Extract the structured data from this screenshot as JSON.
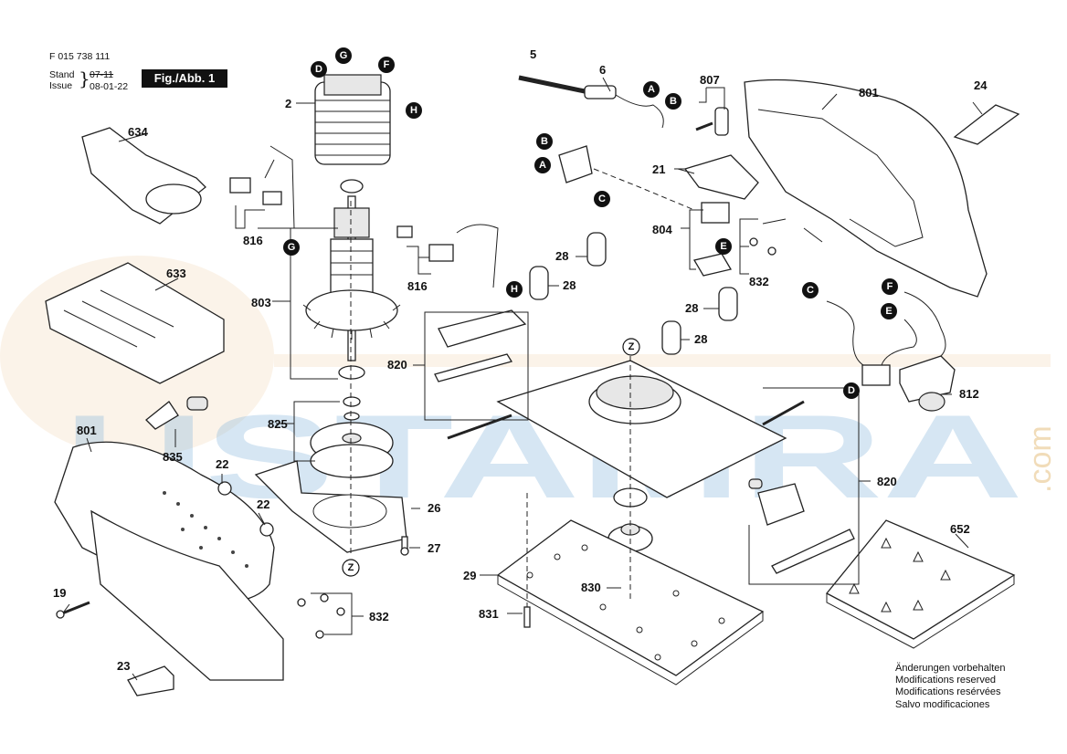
{
  "header": {
    "doc_number": "F 015 738 111",
    "stand_label": "Stand",
    "issue_label": "Issue",
    "old_date": "07-11",
    "new_date": "08-01-22",
    "fig_label": "Fig./Abb. 1"
  },
  "notes": {
    "line1": "Änderungen vorbehalten",
    "line2": "Modifications reserved",
    "line3": "Modifications resérvées",
    "line4": "Salvo modificaciones"
  },
  "watermark": {
    "text": "USTAMRA",
    "suffix": ".com"
  },
  "part_labels": {
    "p2": "2",
    "p5": "5",
    "p6": "6",
    "p19": "19",
    "p21": "21",
    "p22a": "22",
    "p22b": "22",
    "p23": "23",
    "p24": "24",
    "p26": "26",
    "p27": "27",
    "p28a": "28",
    "p28b": "28",
    "p28c": "28",
    "p28d": "28",
    "p29": "29",
    "p633": "633",
    "p634": "634",
    "p652": "652",
    "p801a": "801",
    "p801b": "801",
    "p803": "803",
    "p804": "804",
    "p807": "807",
    "p812": "812",
    "p816a": "816",
    "p816b": "816",
    "p820a": "820",
    "p820b": "820",
    "p825": "825",
    "p830": "830",
    "p831": "831",
    "p832a": "832",
    "p832b": "832",
    "p835": "835"
  },
  "connector_labels": {
    "A": "A",
    "B": "B",
    "C": "C",
    "D": "D",
    "E": "E",
    "F": "F",
    "G": "G",
    "H": "H",
    "Z": "Z"
  }
}
